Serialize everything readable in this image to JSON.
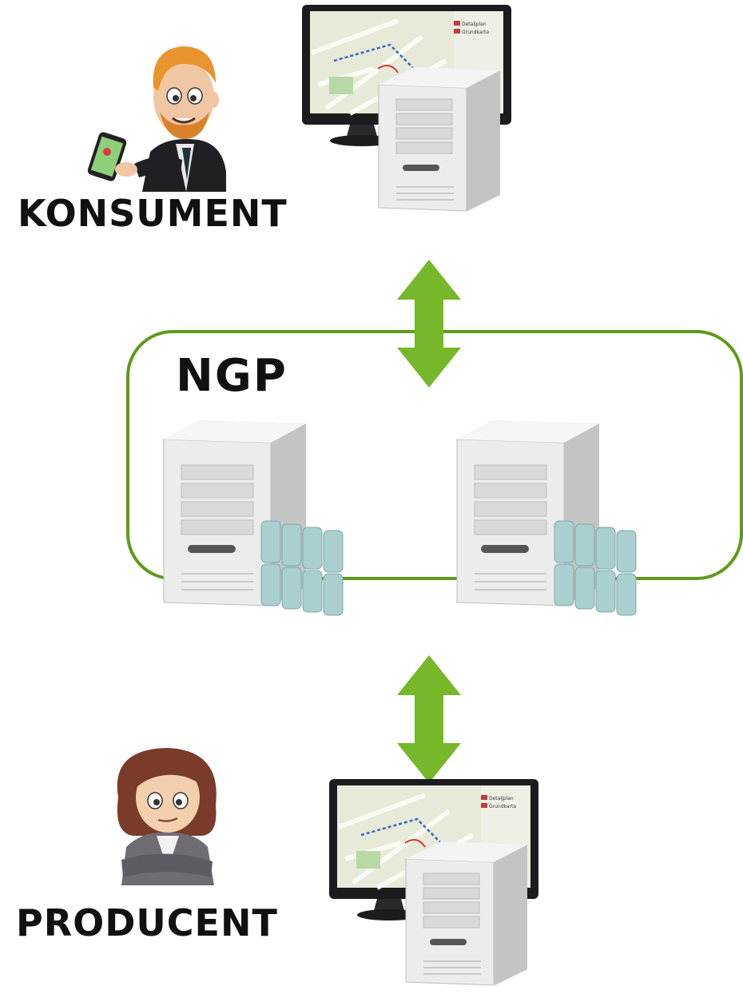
{
  "labels": {
    "consumer": "KONSUMENT",
    "producer": "PRODUCENT",
    "platform": "NGP"
  },
  "monitor_badge": {
    "line1": "Detaljplan",
    "line2": "Grundkarta"
  },
  "colors": {
    "arrow_green": "#76b82a",
    "box_border": "#5f9a1a",
    "db_cylinder": "#a9cfcf"
  },
  "icons": {
    "consumer_avatar": "man-with-phone-icon",
    "producer_avatar": "woman-arms-crossed-icon",
    "workstation": "desktop-computer-icon",
    "server": "server-database-icon",
    "arrow": "double-arrow-icon"
  }
}
